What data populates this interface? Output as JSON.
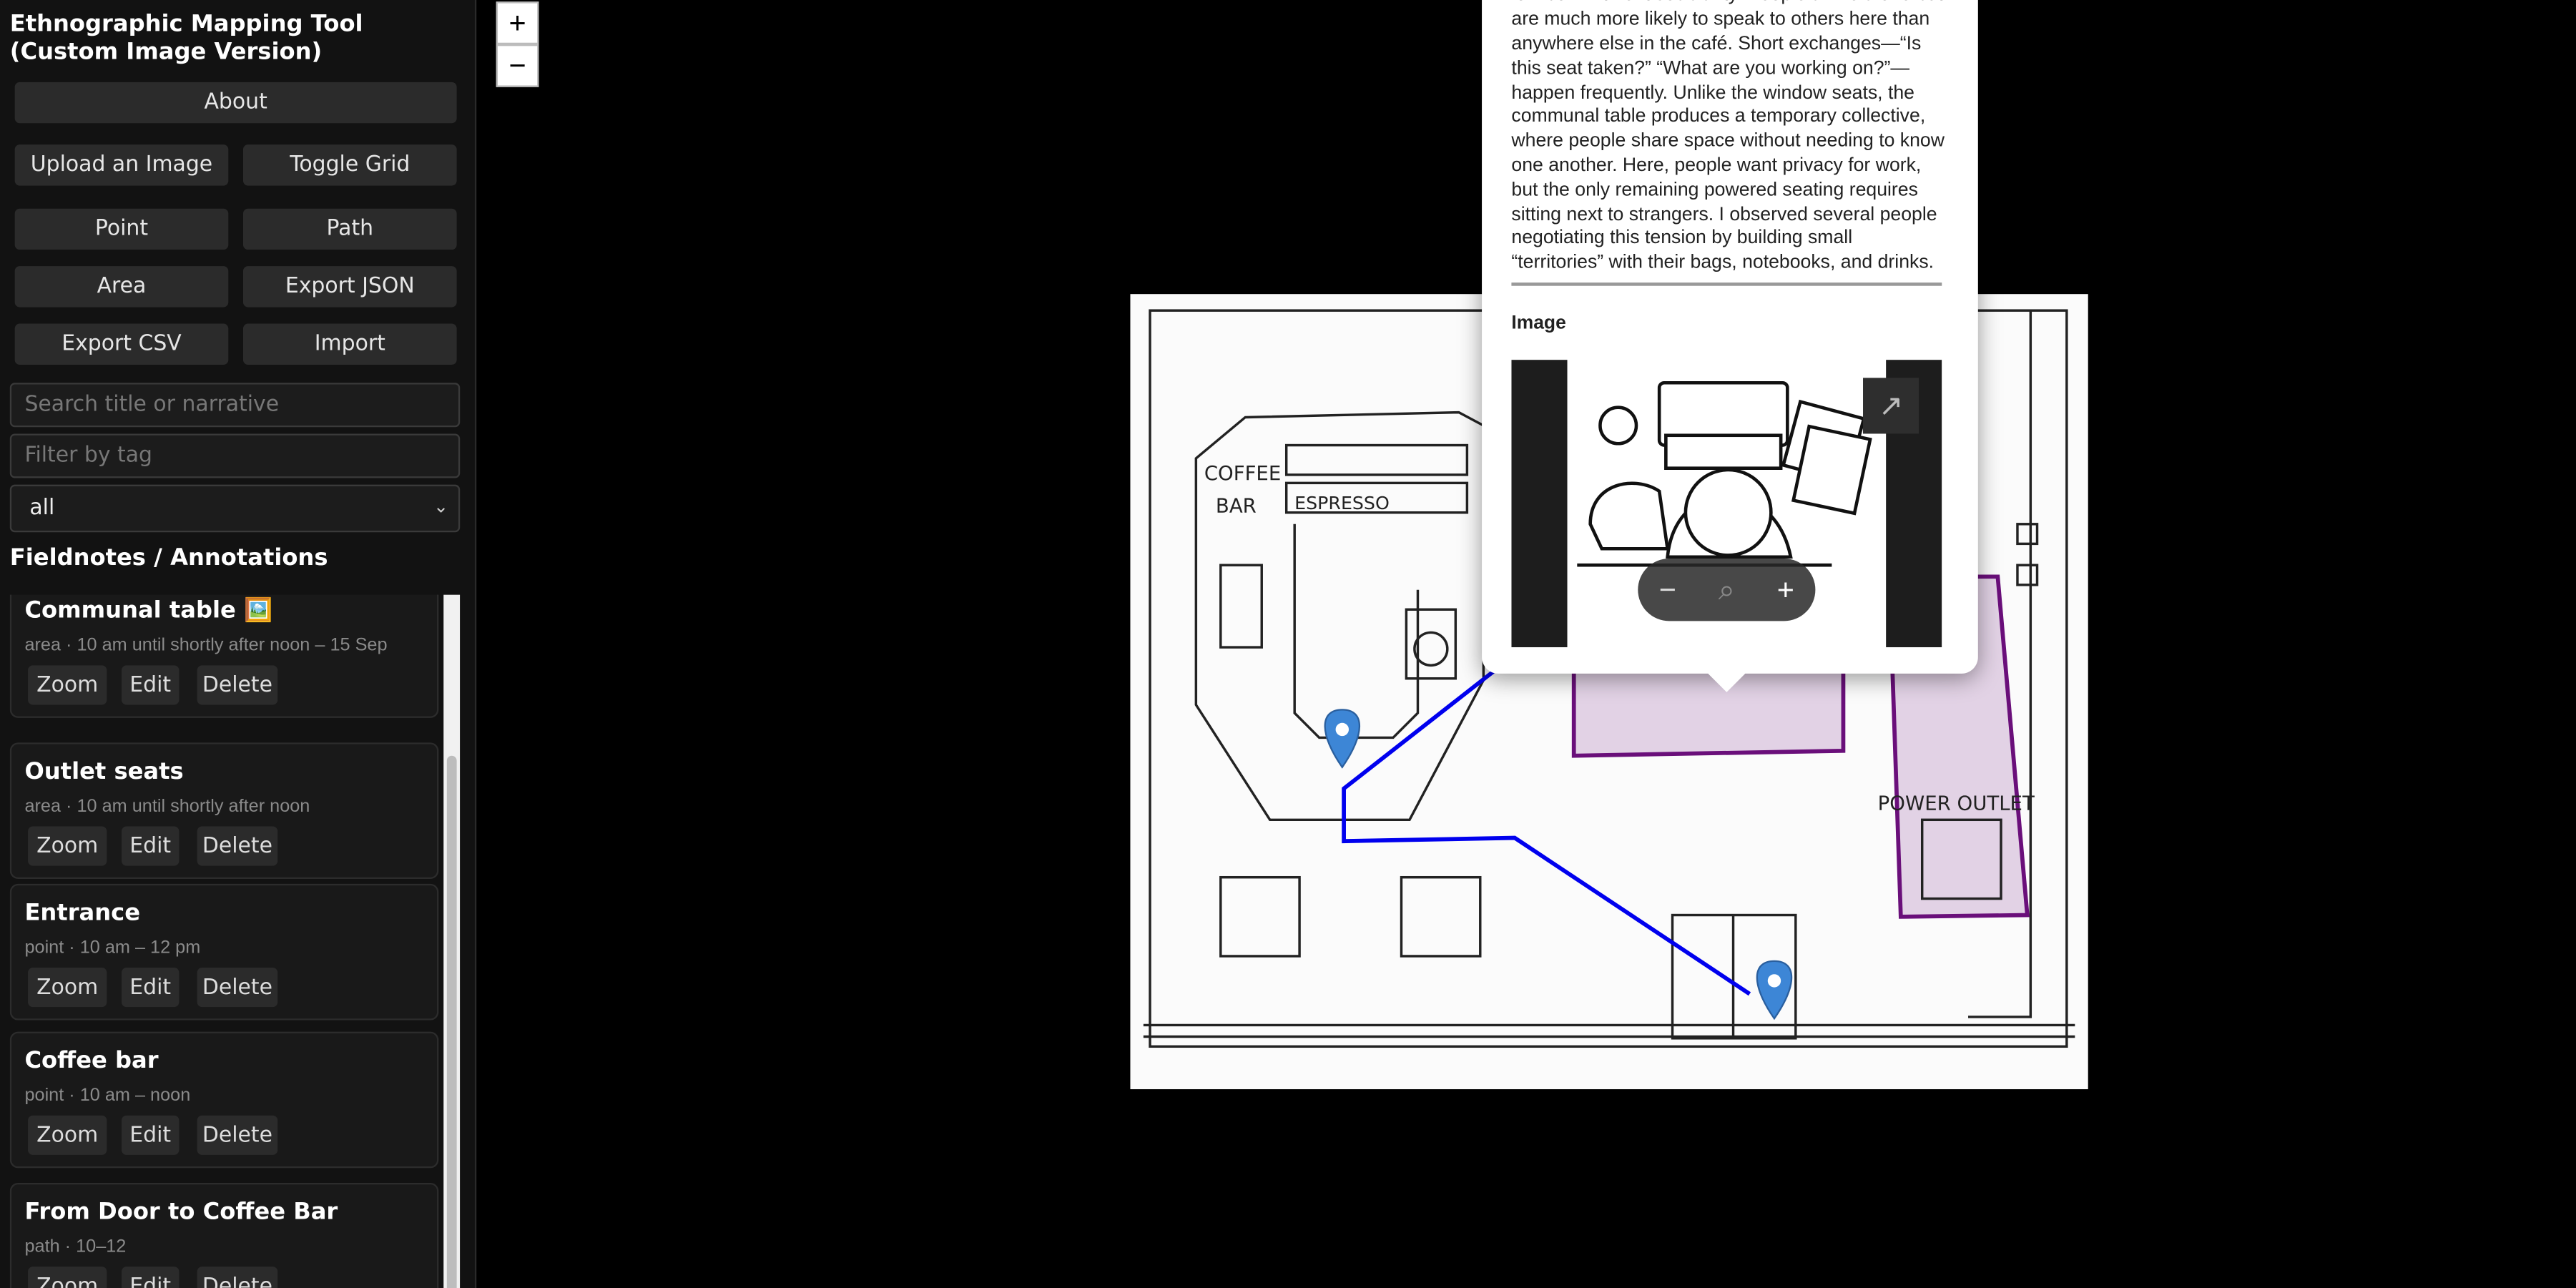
{
  "app": {
    "title": "Ethnographic Mapping Tool (Custom Image Version)"
  },
  "toolbar": {
    "about": "About",
    "upload": "Upload an Image",
    "toggle_grid": "Toggle Grid",
    "point": "Point",
    "path": "Path",
    "area": "Area",
    "export_json": "Export JSON",
    "export_csv": "Export CSV",
    "import": "Import"
  },
  "filters": {
    "search_placeholder": "Search title or narrative",
    "tag_placeholder": "Filter by tag",
    "type_value": "all"
  },
  "list": {
    "heading": "Fieldnotes / Annotations",
    "items": [
      {
        "title": "Communal table 🖼️",
        "meta": "area · 10 am until shortly after noon – 15 Sep"
      },
      {
        "title": "Outlet seats",
        "meta": "area · 10 am until shortly after noon"
      },
      {
        "title": "Entrance",
        "meta": "point · 10 am – 12 pm"
      },
      {
        "title": "Coffee bar",
        "meta": "point · 10 am – noon"
      },
      {
        "title": "From Door to Coffee Bar",
        "meta": "path · 10–12"
      }
    ],
    "actions": {
      "zoom": "Zoom",
      "edit": "Edit",
      "delete": "Delete"
    }
  },
  "map_controls": {
    "zoom_in": "+",
    "zoom_out": "−"
  },
  "map": {
    "labels": {
      "coffee": "COFFEE",
      "bar": "BAR",
      "espresso": "ESPRESSO",
      "power_outlet": "POWER OUTLET"
    },
    "colors": {
      "path": "#0000ee",
      "area_stroke": "#6a0f7a",
      "area_fill": "#dcc8e0",
      "marker": "#3d86d6"
    }
  },
  "popup": {
    "narrative": "low-commitment sociability. People arrive alone but are much more likely to speak to others here than anywhere else in the café. Short exchanges—“Is this seat taken?” “What are you working on?”—happen frequently. Unlike the window seats, the communal table produces a temporary collective, where people share space without needing to know one another. Here, people want privacy for work, but the only remaining powered seating requires sitting next to strangers. I observed several people negotiating this tension by building small “territories” with their bags, notebooks, and drinks.",
    "image_label": "Image",
    "viewer": {
      "zoom_out": "−",
      "reset": "⌕",
      "zoom_in": "+",
      "open": "↗"
    }
  }
}
